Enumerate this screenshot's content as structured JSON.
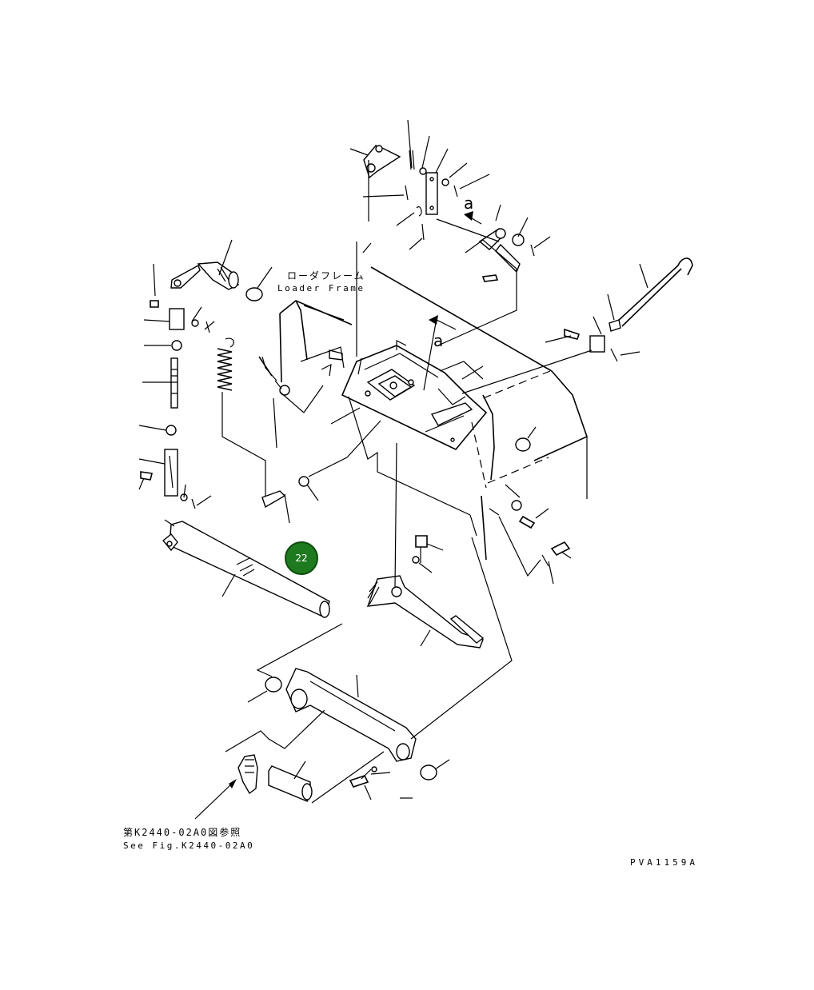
{
  "diagram": {
    "labels": {
      "loader_frame_jp": "ローダフレーム",
      "loader_frame_en": "Loader Frame",
      "view_a_top": "a",
      "view_a_center": "a",
      "reference_jp": "第K2440-02A0図参照",
      "reference_en": "See Fig.K2440-02A0",
      "figure_code": "PVA1159A"
    },
    "callouts": [
      {
        "number": "22",
        "color": "#1e7a1e"
      }
    ]
  }
}
